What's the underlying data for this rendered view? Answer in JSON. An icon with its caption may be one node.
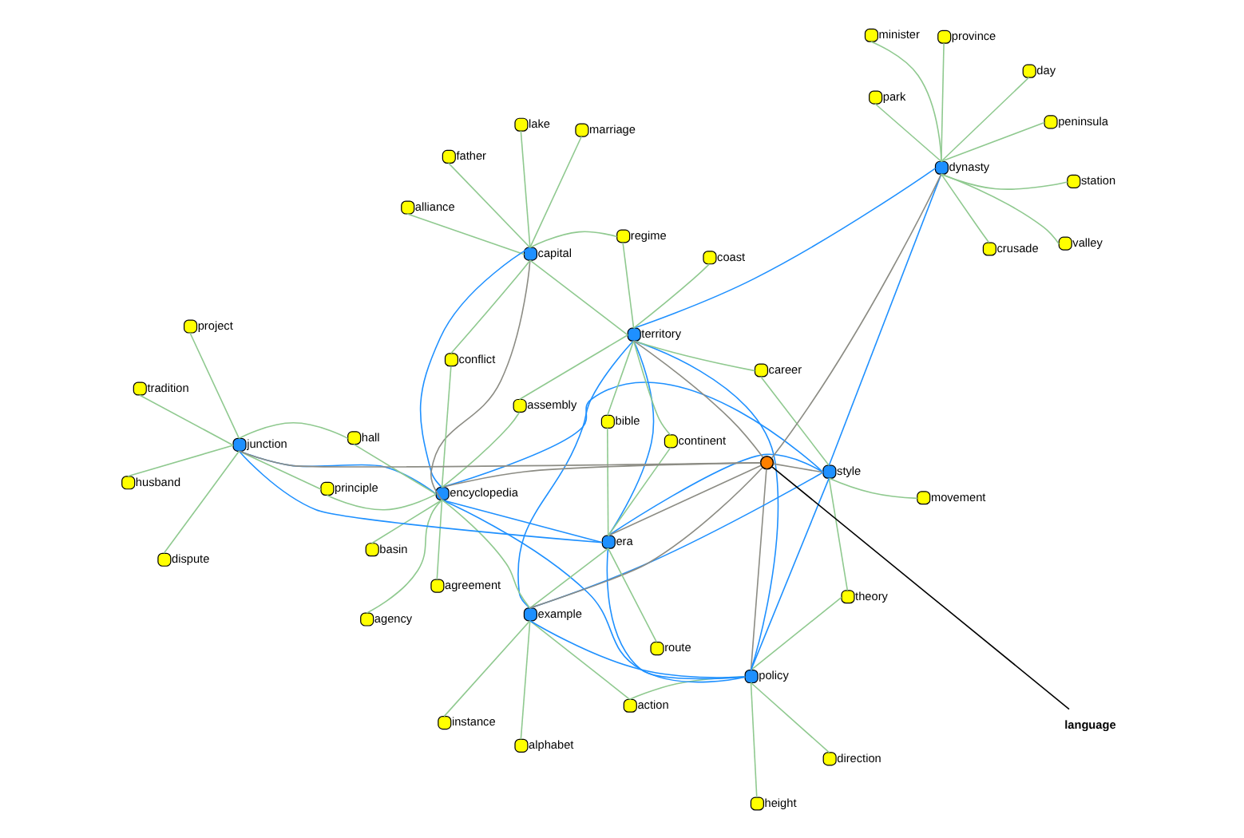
{
  "diagram": {
    "nodes": [
      {
        "text": [
          "height"
        ]
      },
      {
        "text": [
          "alphabet"
        ]
      },
      {
        "text": [
          "theory"
        ]
      },
      {
        "text": [
          "action"
        ]
      },
      {
        "text": [
          "movement"
        ]
      },
      {
        "text": [
          "instance"
        ]
      },
      {
        "text": [
          "direction"
        ]
      },
      {
        "text": [
          "policy"
        ]
      },
      {
        "text": [
          "example"
        ]
      },
      {
        "text": [
          "style"
        ]
      },
      {
        "text": [
          "route"
        ]
      },
      {
        "text": [
          "career"
        ]
      },
      {
        "text": [
          "era"
        ]
      },
      {
        "text": [
          "continent"
        ]
      },
      {
        "text": [
          "bible"
        ]
      },
      {
        "text": [
          "father"
        ]
      },
      {
        "text": [],
        "shape": "circle"
      },
      {
        "text": [
          "regime"
        ]
      },
      {
        "text": [
          "territory"
        ]
      },
      {
        "text": [
          "park"
        ]
      },
      {
        "text": [
          "alliance"
        ]
      },
      {
        "text": [
          "capital"
        ]
      },
      {
        "text": [
          "coast"
        ]
      },
      {
        "text": [
          "peninsula"
        ]
      },
      {
        "text": [
          "marriage"
        ]
      },
      {
        "text": [
          "encyclopedia"
        ]
      },
      {
        "text": [
          "station"
        ]
      },
      {
        "text": [
          "lake"
        ]
      },
      {
        "text": [
          "agency"
        ]
      },
      {
        "text": [
          "agreement"
        ]
      },
      {
        "text": [
          "assembly"
        ]
      },
      {
        "text": [
          "dynasty"
        ]
      },
      {
        "text": [
          "crusade"
        ]
      },
      {
        "text": [
          "minister"
        ]
      },
      {
        "text": [
          "conflict"
        ]
      },
      {
        "text": [
          "valley"
        ]
      },
      {
        "text": [
          "province"
        ]
      },
      {
        "text": [
          "day"
        ]
      },
      {
        "text": [
          "principle"
        ]
      },
      {
        "text": [
          "basin"
        ]
      },
      {
        "text": [
          "hall"
        ]
      },
      {
        "text": [
          "husband"
        ]
      },
      {
        "text": [
          "junction"
        ]
      },
      {
        "text": [
          "language"
        ]
      },
      {
        "text": [
          "project"
        ]
      },
      {
        "text": [
          "dispute"
        ]
      },
      {
        "text": [
          "tradition"
        ]
      }
    ],
    "edges": [
      {
        "from": 0,
        "to": 7,
        "arrow": "none"
      },
      {
        "from": 1,
        "to": 8,
        "arrow": "none"
      },
      {
        "from": 3,
        "to": 7,
        "arrow": "none"
      },
      {
        "from": 3,
        "to": 8,
        "arrow": "none"
      },
      {
        "from": 2,
        "to": 7,
        "arrow": "none"
      },
      {
        "from": 2,
        "to": 9,
        "arrow": "none"
      },
      {
        "from": 4,
        "to": 9,
        "arrow": "none"
      },
      {
        "from": 5,
        "to": 8,
        "arrow": "none"
      },
      {
        "from": 6,
        "to": 7,
        "arrow": "none"
      },
      {
        "from": 10,
        "to": 12,
        "arrow": "none"
      },
      {
        "from": 11,
        "to": 18,
        "arrow": "none"
      },
      {
        "from": 9,
        "to": 11,
        "arrow": "none"
      },
      {
        "from": 13,
        "to": 12,
        "arrow": "none"
      },
      {
        "from": 13,
        "to": 18,
        "arrow": "none"
      },
      {
        "from": 14,
        "to": 12,
        "arrow": "none"
      },
      {
        "from": 14,
        "to": 18,
        "arrow": "none"
      },
      {
        "from": 15,
        "to": 21,
        "arrow": "none"
      },
      {
        "from": 20,
        "to": 21,
        "arrow": "none"
      },
      {
        "from": 24,
        "to": 21,
        "arrow": "none"
      },
      {
        "from": 27,
        "to": 21,
        "arrow": "none"
      },
      {
        "from": 17,
        "to": 21,
        "arrow": "none"
      },
      {
        "from": 17,
        "to": 18,
        "arrow": "none"
      },
      {
        "from": 28,
        "to": 25,
        "arrow": "none"
      },
      {
        "from": 34,
        "to": 21,
        "arrow": "none"
      },
      {
        "from": 34,
        "to": 25,
        "arrow": "none"
      },
      {
        "from": 40,
        "to": 42,
        "arrow": "none"
      },
      {
        "from": 40,
        "to": 25,
        "arrow": "none"
      },
      {
        "from": 38,
        "to": 25,
        "arrow": "none"
      },
      {
        "from": 38,
        "to": 42,
        "arrow": "none"
      },
      {
        "from": 39,
        "to": 25,
        "arrow": "none"
      },
      {
        "from": 41,
        "to": 42,
        "arrow": "none"
      },
      {
        "from": 29,
        "to": 25,
        "arrow": "none"
      },
      {
        "from": 30,
        "to": 18,
        "arrow": "none"
      },
      {
        "from": 30,
        "to": 25,
        "arrow": "none"
      },
      {
        "from": 22,
        "to": 18,
        "arrow": "none"
      },
      {
        "from": 19,
        "to": 31,
        "arrow": "none"
      },
      {
        "from": 23,
        "to": 31,
        "arrow": "none"
      },
      {
        "from": 26,
        "to": 31,
        "arrow": "none"
      },
      {
        "from": 32,
        "to": 31,
        "arrow": "none"
      },
      {
        "from": 33,
        "to": 31,
        "arrow": "none"
      },
      {
        "from": 35,
        "to": 31,
        "arrow": "none"
      },
      {
        "from": 36,
        "to": 31,
        "arrow": "none"
      },
      {
        "from": 37,
        "to": 31,
        "arrow": "none"
      },
      {
        "from": 44,
        "to": 42,
        "arrow": "none"
      },
      {
        "from": 46,
        "to": 42,
        "arrow": "none"
      },
      {
        "from": 45,
        "to": 42,
        "arrow": "none"
      },
      {
        "from": 8,
        "to": 12,
        "arrow": "none"
      },
      {
        "from": 21,
        "to": 18,
        "arrow": "none"
      },
      {
        "from": 25,
        "to": 8,
        "arrow": "none"
      },
      {
        "from": 7,
        "to": 8,
        "arrow": "none",
        "color": "#1e90ff"
      },
      {
        "from": 7,
        "to": 9,
        "arrow": "none",
        "color": "#1e90ff"
      },
      {
        "from": 7,
        "to": 12,
        "arrow": "none",
        "color": "#1e90ff"
      },
      {
        "from": 7,
        "to": 25,
        "arrow": "none",
        "color": "#1e90ff"
      },
      {
        "from": 7,
        "to": 18,
        "arrow": "none",
        "color": "#1e90ff"
      },
      {
        "from": 8,
        "to": 9,
        "arrow": "none",
        "color": "#1e90ff"
      },
      {
        "from": 8,
        "to": 18,
        "arrow": "none",
        "color": "#1e90ff"
      },
      {
        "from": 9,
        "to": 12,
        "arrow": "none",
        "color": "#1e90ff"
      },
      {
        "from": 9,
        "to": 25,
        "arrow": "none",
        "color": "#1e90ff"
      },
      {
        "from": 9,
        "to": 31,
        "arrow": "none",
        "color": "#1e90ff"
      },
      {
        "from": 12,
        "to": 25,
        "arrow": "none",
        "color": "#1e90ff"
      },
      {
        "from": 12,
        "to": 18,
        "arrow": "none",
        "color": "#1e90ff"
      },
      {
        "from": 21,
        "to": 25,
        "arrow": "none",
        "color": "#1e90ff"
      },
      {
        "from": 25,
        "to": 42,
        "arrow": "none",
        "color": "#1e90ff"
      },
      {
        "from": 42,
        "to": 12,
        "arrow": "none",
        "color": "#1e90ff"
      },
      {
        "from": 18,
        "to": 31,
        "arrow": "none",
        "color": "#1e90ff"
      },
      {
        "from": 7,
        "to": 16,
        "arrow": "none",
        "color": "#8c8c84"
      },
      {
        "from": 8,
        "to": 16,
        "arrow": "none",
        "color": "#8c8c84"
      },
      {
        "from": 9,
        "to": 16,
        "arrow": "none",
        "color": "#8c8c84"
      },
      {
        "from": 12,
        "to": 16,
        "arrow": "none",
        "color": "#8c8c84"
      },
      {
        "from": 21,
        "to": 25,
        "arrow": "none",
        "color": "#8c8c84"
      },
      {
        "from": 25,
        "to": 16,
        "arrow": "none",
        "color": "#8c8c84"
      },
      {
        "from": 18,
        "to": 16,
        "arrow": "none",
        "color": "#8c8c84"
      },
      {
        "from": 42,
        "to": 16,
        "arrow": "none",
        "color": "#8c8c84"
      },
      {
        "from": 31,
        "to": 16,
        "arrow": "none",
        "color": "#8c8c84"
      },
      {
        "from": 43,
        "to": 16,
        "arrow": "none",
        "color": "#000000"
      }
    ]
  }
}
